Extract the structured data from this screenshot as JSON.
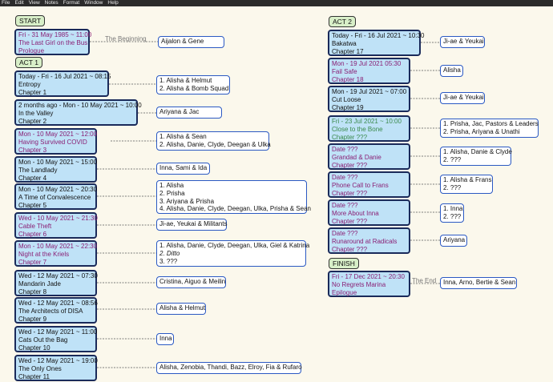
{
  "menu": [
    "File",
    "Edit",
    "View",
    "Notes",
    "Format",
    "Window",
    "Help"
  ],
  "sections": {
    "start": "START",
    "act1": "ACT 1",
    "act2": "ACT 2",
    "finish": "FINISH"
  },
  "link_labels": {
    "beginning": "The Beginning",
    "end": "The End"
  },
  "colors": {
    "card_fill": "#bfe2f7",
    "card_border": "#1a2a5a",
    "note_border": "#2b59c3",
    "section_fill": "#d8efc8",
    "purple_text": "#8a2075",
    "green_text": "#3b8a4c"
  },
  "cards": [
    {
      "id": "c0",
      "style": "purple",
      "lines": [
        "Fri - 31 May 1985 ~ 11:00",
        "The Last Girl on the Bus",
        "Prologue"
      ]
    },
    {
      "id": "c1",
      "style": "normal",
      "lines": [
        "Today - Fri - 16 Jul 2021 ~ 08:15",
        "Entropy",
        "Chapter 1"
      ]
    },
    {
      "id": "c2",
      "style": "normal",
      "lines": [
        "2 months ago - Mon - 10 May 2021 ~ 10:00",
        "In the Valley",
        "Chapter 2"
      ]
    },
    {
      "id": "c3",
      "style": "purple",
      "lines": [
        "Mon - 10 May 2021 ~ 12:00",
        "Having Survived COVID",
        "Chapter 3"
      ]
    },
    {
      "id": "c4",
      "style": "normal",
      "lines": [
        "Mon - 10 May 2021 ~ 15:00",
        "The Landlady",
        "Chapter 4"
      ]
    },
    {
      "id": "c5",
      "style": "normal",
      "lines": [
        "Mon - 10 May 2021 ~ 20:30",
        "A Time of Convalescence",
        "Chapter 5"
      ]
    },
    {
      "id": "c6",
      "style": "purple",
      "lines": [
        "Wed - 10 May 2021 ~ 21:30",
        "Cable Theft",
        "Chapter 6"
      ]
    },
    {
      "id": "c7",
      "style": "purple",
      "lines": [
        "Mon - 10 May 2021 ~ 22:30",
        "Night at the Kriels",
        "Chapter 7"
      ]
    },
    {
      "id": "c8",
      "style": "normal",
      "lines": [
        "Wed - 12 May 2021 ~ 07:30",
        "Mandarin Jade",
        "Chapter 8"
      ]
    },
    {
      "id": "c9",
      "style": "normal",
      "lines": [
        "Wed - 12 May 2021 ~ 08:56",
        "The Architects of DISA",
        "Chapter 9"
      ]
    },
    {
      "id": "c10",
      "style": "normal",
      "lines": [
        "Wed - 12 May 2021 ~ 11:00",
        "Cats Out the Bag",
        "Chapter 10"
      ]
    },
    {
      "id": "c11",
      "style": "normal",
      "lines": [
        "Wed - 12 May 2021 ~ 19:00",
        "The Only Ones",
        "Chapter 11"
      ]
    },
    {
      "id": "c17",
      "style": "normal",
      "lines": [
        "Today - Fri - 16 Jul 2021 ~ 10:30",
        "Bakatwa",
        "Chapter 17"
      ]
    },
    {
      "id": "c18",
      "style": "purple",
      "lines": [
        "Mon - 19 Jul 2021 05:30",
        "Fail Safe",
        "Chapter 18"
      ]
    },
    {
      "id": "c19",
      "style": "normal",
      "lines": [
        "Mon - 19 Jul 2021 ~ 07:00",
        "Cut Loose",
        "Chapter 19"
      ]
    },
    {
      "id": "cg1",
      "style": "green",
      "lines": [
        "Fri - 23 Jul 2021 ~ 10:00",
        "Close to the Bone",
        "Chapter ???"
      ]
    },
    {
      "id": "cp2",
      "style": "purple",
      "lines": [
        "Date ???",
        "Grandad & Danie",
        "Chapter ???"
      ]
    },
    {
      "id": "cp3",
      "style": "purple",
      "lines": [
        "Date ???",
        "Phone Call to Frans",
        "Chapter ???"
      ]
    },
    {
      "id": "cp4",
      "style": "purple",
      "lines": [
        "Date ???",
        "More About Inna",
        "Chapter ???"
      ]
    },
    {
      "id": "cp5",
      "style": "purple",
      "lines": [
        "Date ???",
        "Runaround at Radicals",
        "Chapter ???"
      ]
    },
    {
      "id": "ce",
      "style": "purple",
      "lines": [
        "Fri - 17 Dec 2021 ~ 20:30",
        "No Regrets Marina",
        "Epilogue"
      ]
    }
  ],
  "notes": [
    {
      "id": "n0",
      "lines": [
        "Aijalon & Gene"
      ]
    },
    {
      "id": "n1",
      "lines": [
        "1. Alisha & Helmut",
        "2. Alisha & Bomb Squad"
      ]
    },
    {
      "id": "n2",
      "lines": [
        "Ariyana & Jac"
      ]
    },
    {
      "id": "n3",
      "lines": [
        "1. Alisha & Sean",
        "2. Alisha, Danie, Clyde, Deegan & Ulka"
      ]
    },
    {
      "id": "n4",
      "lines": [
        "Inna, Sami & Ida"
      ]
    },
    {
      "id": "n5",
      "lines": [
        "1. Alisha",
        "2. Prisha",
        "3. Ariyana & Prisha",
        "4. Alisha, Danie, Clyde, Deegan, Ulka, Prisha & Sean"
      ]
    },
    {
      "id": "n6",
      "lines": [
        "Ji-ae, Yeukai & Militants"
      ]
    },
    {
      "id": "n7",
      "lines": [
        "1. Alisha, Danie, Clyde, Deegan, Ulka, Giel & Katrina",
        "2. Ditto",
        "3. ???"
      ]
    },
    {
      "id": "n8",
      "lines": [
        "Cristina, Aiguo & Meilin"
      ]
    },
    {
      "id": "n9",
      "lines": [
        "Alisha & Helmut"
      ]
    },
    {
      "id": "n10",
      "lines": [
        "Inna"
      ]
    },
    {
      "id": "n11",
      "lines": [
        "Alisha, Zenobia, Thandi, Bazz, Elroy, Fia & Rufaro"
      ]
    },
    {
      "id": "n17",
      "lines": [
        "Ji-ae & Yeukai"
      ]
    },
    {
      "id": "n18",
      "lines": [
        "Alisha"
      ]
    },
    {
      "id": "n19",
      "lines": [
        "Ji-ae & Yeukai"
      ]
    },
    {
      "id": "ng1",
      "lines": [
        "1. Prisha, Jac, Pastors & Leaders",
        "2. Prisha, Ariyana & Unathi"
      ]
    },
    {
      "id": "np2",
      "lines": [
        "1. Alisha, Danie & Clyde",
        "2. ???"
      ]
    },
    {
      "id": "np3",
      "lines": [
        "1. Alisha & Frans",
        "2. ???"
      ]
    },
    {
      "id": "np4",
      "lines": [
        "1. Inna",
        "2. ???"
      ]
    },
    {
      "id": "np5",
      "lines": [
        "Ariyana"
      ]
    },
    {
      "id": "ne",
      "lines": [
        "Inna, Arno, Bertie & Sean"
      ]
    }
  ]
}
